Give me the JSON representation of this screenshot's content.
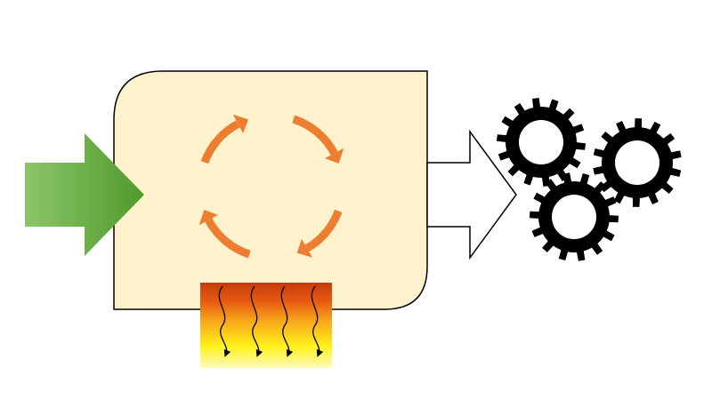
{
  "diagram": {
    "elements": {
      "input_arrow": {
        "icon": "input-arrow-icon",
        "color_start": "#8cc56a",
        "color_end": "#4f9a2b"
      },
      "engine_box": {
        "icon": "process-box",
        "fill": "#fff2cc",
        "stroke": "#000000"
      },
      "cycle": {
        "icon": "cycle-arrows-icon",
        "color": "#ed7d31",
        "arrow_count": 4
      },
      "heat_source": {
        "icon": "heat-source-icon",
        "gradient": [
          "#c43c0d",
          "#ec7a10",
          "#f7b41a",
          "#fff21a",
          "#fff9b0"
        ],
        "wavy_arrow_count": 4,
        "arrow_color": "#000000"
      },
      "output_arrow": {
        "icon": "output-arrow-icon",
        "fill": "#ffffff",
        "stroke": "#000000"
      },
      "gears": {
        "icon": "gears-icon",
        "count": 3,
        "color": "#000000"
      }
    }
  }
}
